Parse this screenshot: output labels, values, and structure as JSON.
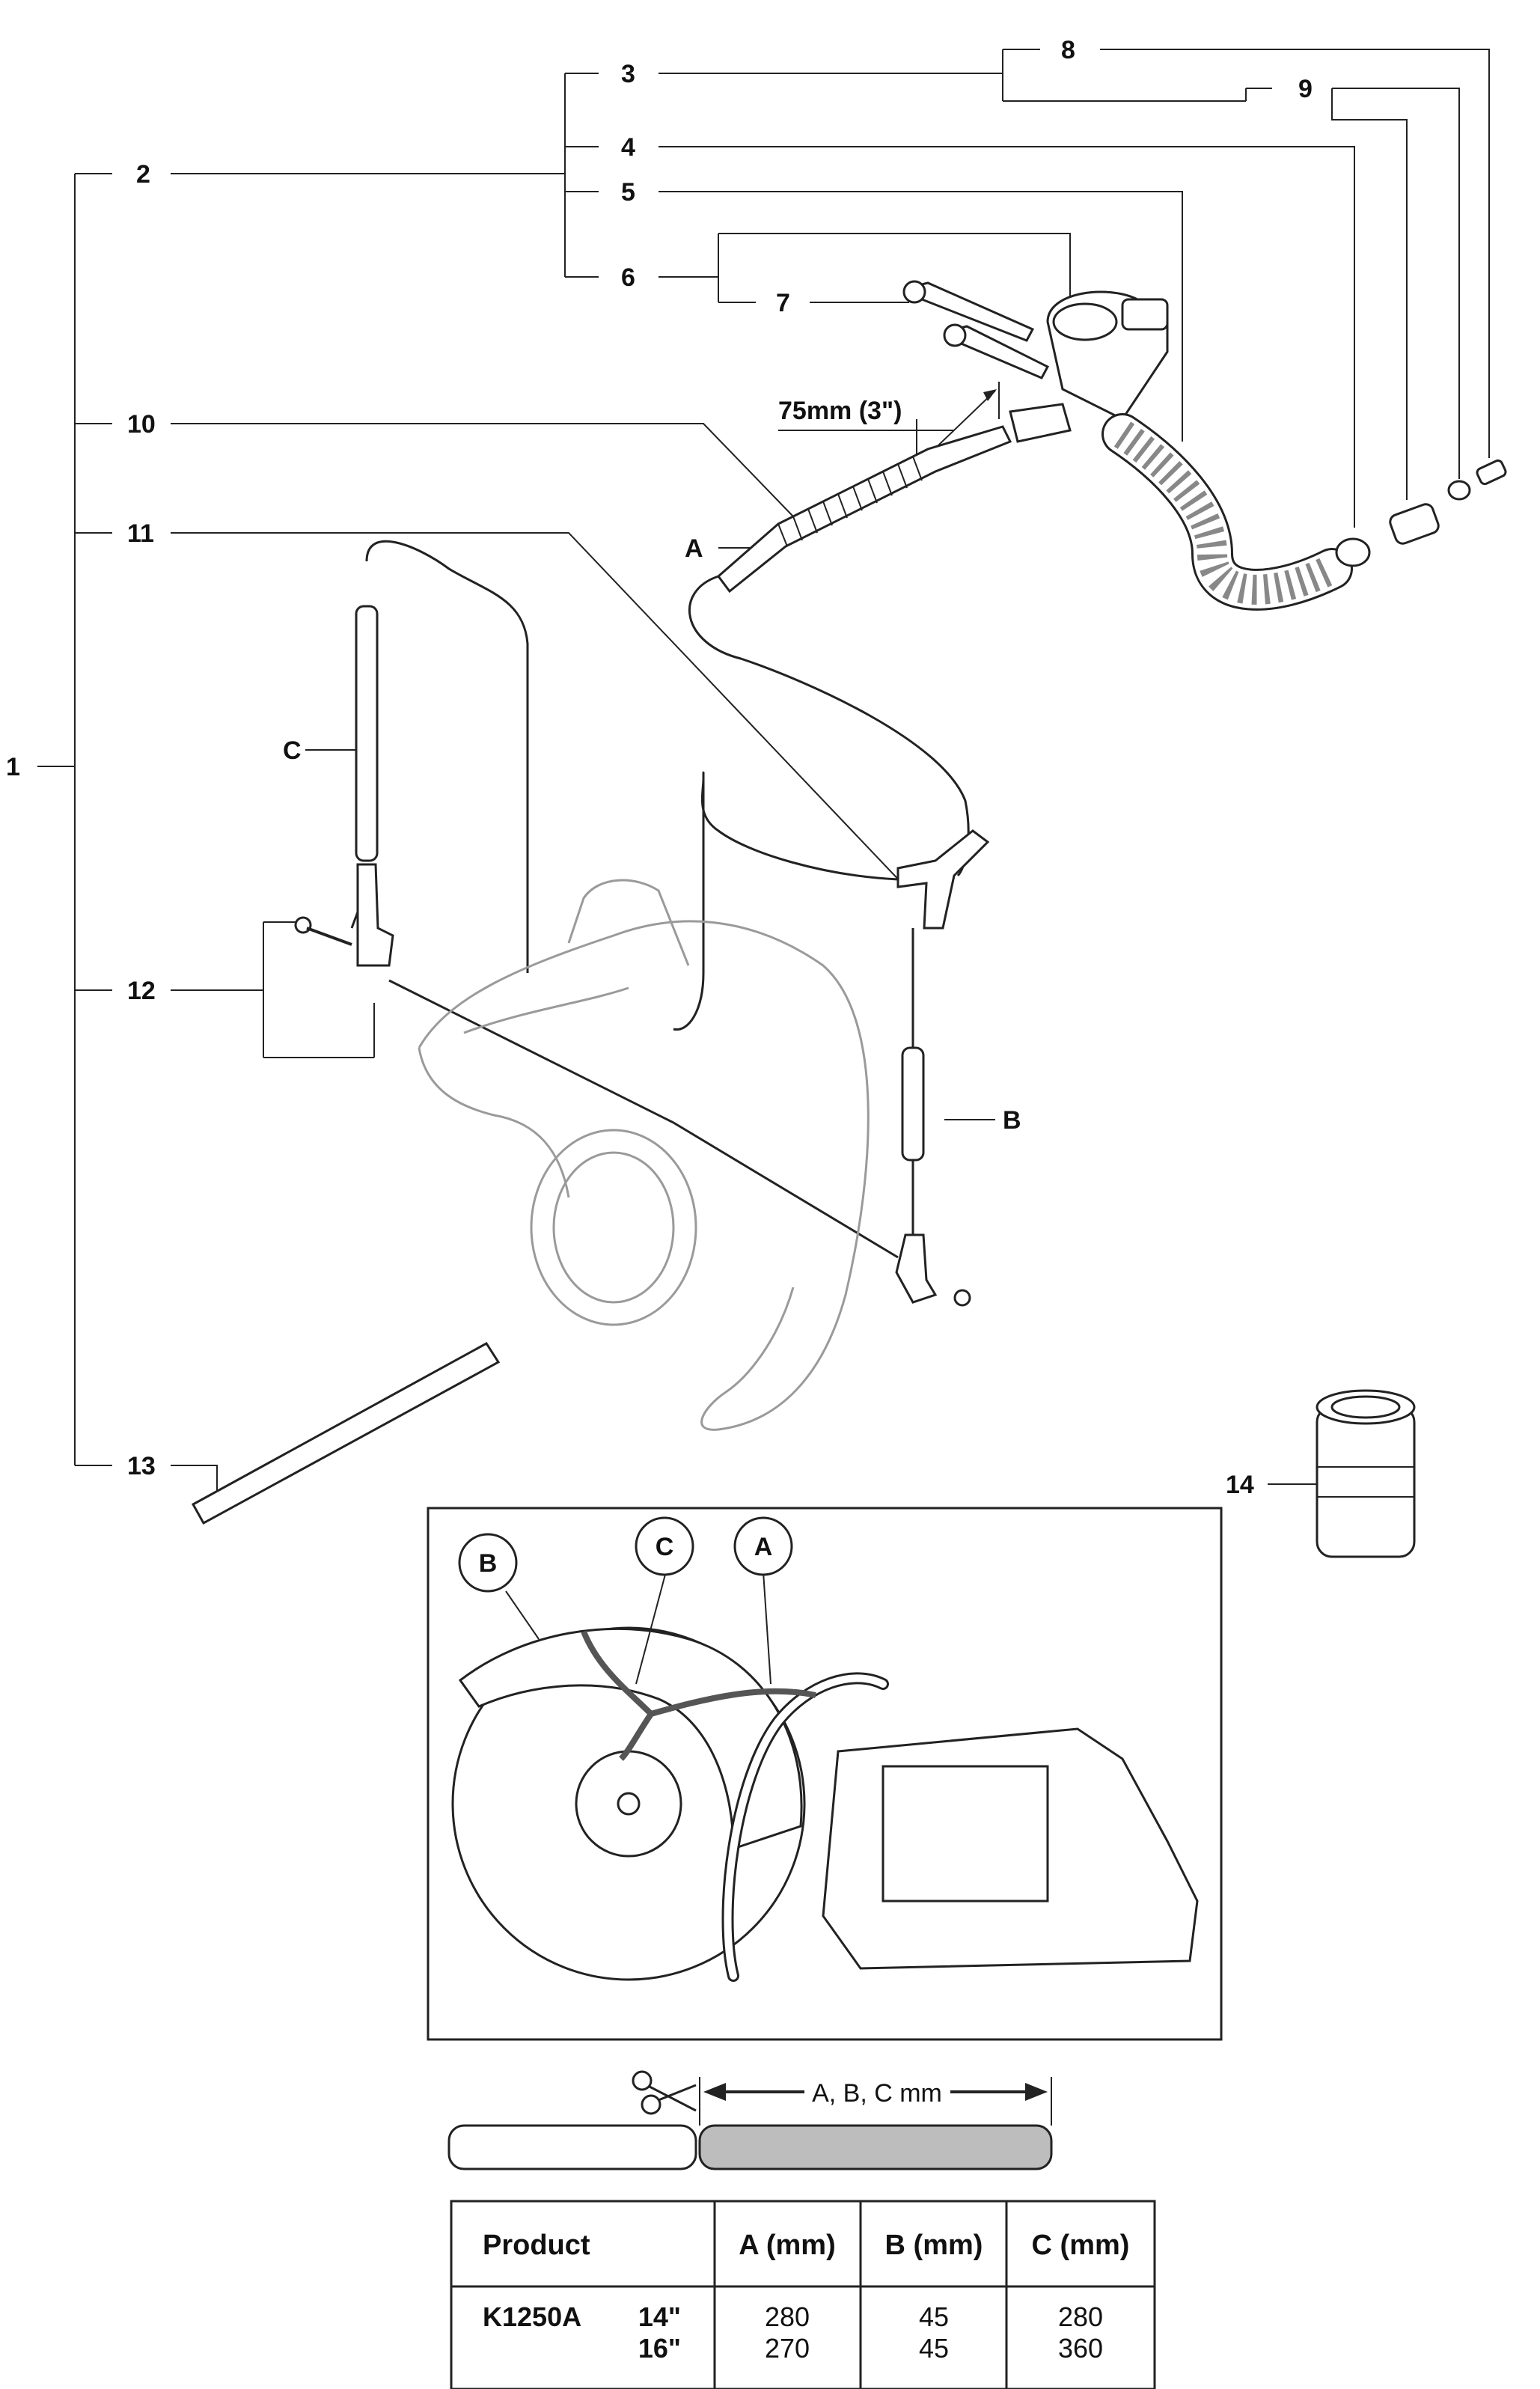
{
  "callouts": {
    "c1": "1",
    "c2": "2",
    "c3": "3",
    "c4": "4",
    "c5": "5",
    "c6": "6",
    "c7": "7",
    "c8": "8",
    "c9": "9",
    "c10": "10",
    "c11": "11",
    "c12": "12",
    "c13": "13",
    "c14": "14"
  },
  "hose_labels": {
    "a": "A",
    "b": "B",
    "c": "C"
  },
  "dimension_label": "75mm (3\")",
  "detail_labels": {
    "b": "B",
    "c": "C",
    "a": "A"
  },
  "cut_label": "A, B, C mm",
  "table": {
    "headers": {
      "product": "Product",
      "a": "A (mm)",
      "b": "B (mm)",
      "c": "C (mm)"
    },
    "model": "K1250A",
    "rows": [
      {
        "size": "14\"",
        "a": "280",
        "b": "45",
        "c": "280"
      },
      {
        "size": "16\"",
        "a": "270",
        "b": "45",
        "c": "360"
      }
    ]
  }
}
